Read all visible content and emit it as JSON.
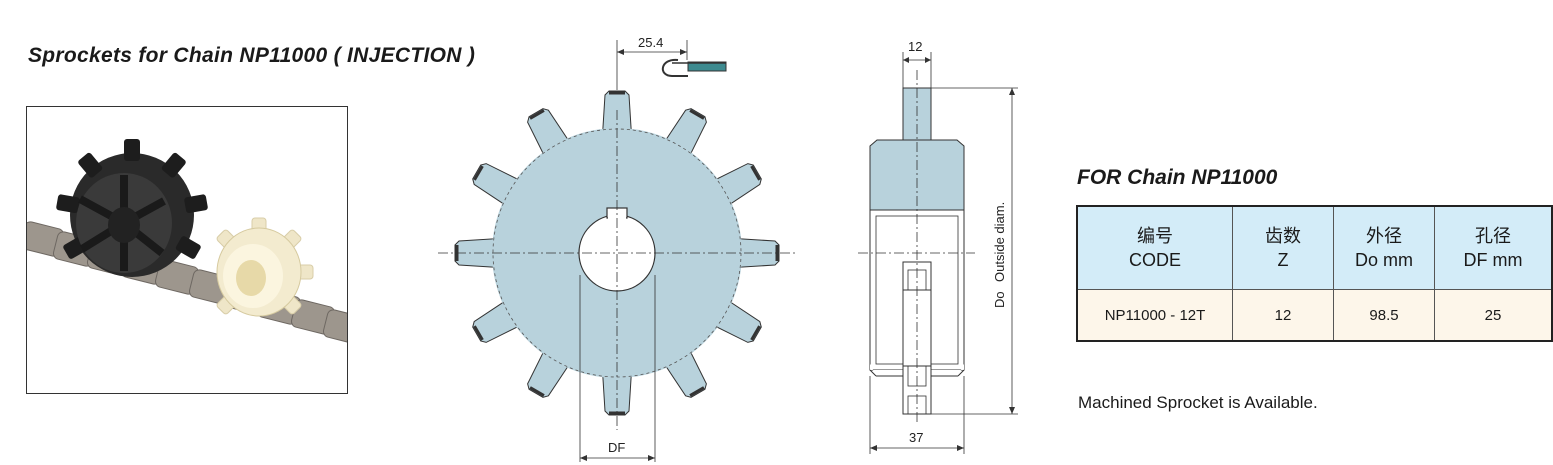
{
  "title": "Sprockets for Chain NP11000 ( INJECTION )",
  "drawing": {
    "pitch": "25.4",
    "bore_label": "DF",
    "width_top": "12",
    "width_bottom": "37",
    "do_label": "Do",
    "outside_diam_label": "Outside diam."
  },
  "table": {
    "title": "FOR Chain NP11000",
    "headers": [
      {
        "cn": "编号",
        "en": "CODE"
      },
      {
        "cn": "齿数",
        "en": "Z"
      },
      {
        "cn": "外径",
        "en": "Do mm"
      },
      {
        "cn": "孔径",
        "en": "DF mm"
      }
    ],
    "rows": [
      [
        "NP11000 - 12T",
        "12",
        "98.5",
        "25"
      ]
    ]
  },
  "note": "Machined Sprocket is Available.",
  "colors": {
    "sprocket_fill": "#b8d2dc",
    "header_bg": "#d3ecf8",
    "cell_bg": "#fdf6ea"
  }
}
